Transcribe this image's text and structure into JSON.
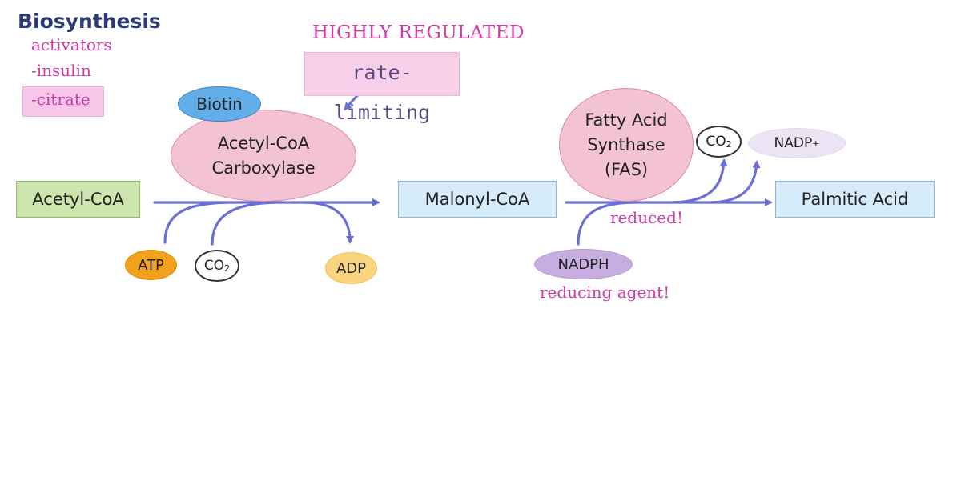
{
  "title": "Biosynthesis",
  "activators": {
    "title": "activators",
    "insulin": "-insulin",
    "citrate": "-citrate"
  },
  "regulation": {
    "highly_regulated": "HIGHLY REGULATED",
    "rate_limiting": "rate-limiting"
  },
  "nodes": {
    "acetyl_coa": "Acetyl-CoA",
    "malonyl_coa": "Malonyl-CoA",
    "palmitic_acid": "Palmitic Acid",
    "biotin": "Biotin",
    "acc_line1": "Acetyl-CoA",
    "acc_line2": "Carboxylase",
    "fas_line1": "Fatty Acid",
    "fas_line2": "Synthase",
    "fas_line3": "(FAS)",
    "atp": "ATP",
    "adp": "ADP",
    "co2_main": "CO",
    "co2_sub": "2",
    "nadph": "NADPH",
    "nadp_main": "NADP",
    "nadp_sup": "+"
  },
  "notes": {
    "reduced": "reduced!",
    "reducing_agent": "reducing agent!"
  },
  "colors": {
    "arrow": "#6a6fd6",
    "handwriting": "#d23aa7",
    "title": "#2d3a78",
    "enzyme": "#f4c3d3",
    "substrate_green": "#cde6ad",
    "substrate_blue": "#d6ecfb"
  }
}
